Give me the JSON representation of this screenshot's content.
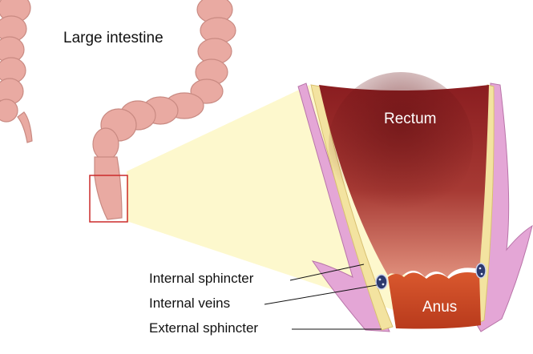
{
  "title": "Large intestine",
  "labels": {
    "rectum": "Rectum",
    "anus": "Anus",
    "internal_sphincter": "Internal sphincter",
    "internal_veins": "Internal veins",
    "external_sphincter": "External sphincter"
  },
  "colors": {
    "colon": "#e9aaa2",
    "colon_outline": "#c98a82",
    "zoom_cone": "#fdf7c8",
    "rectum_dark": "#7a1a1c",
    "rectum_light": "#d97a6c",
    "internal_sphincter_layer": "#f3e3a0",
    "external_muscle": "#e4a6d6",
    "anus": "#cf4a26",
    "highlight_box": "#cc2a2a"
  }
}
